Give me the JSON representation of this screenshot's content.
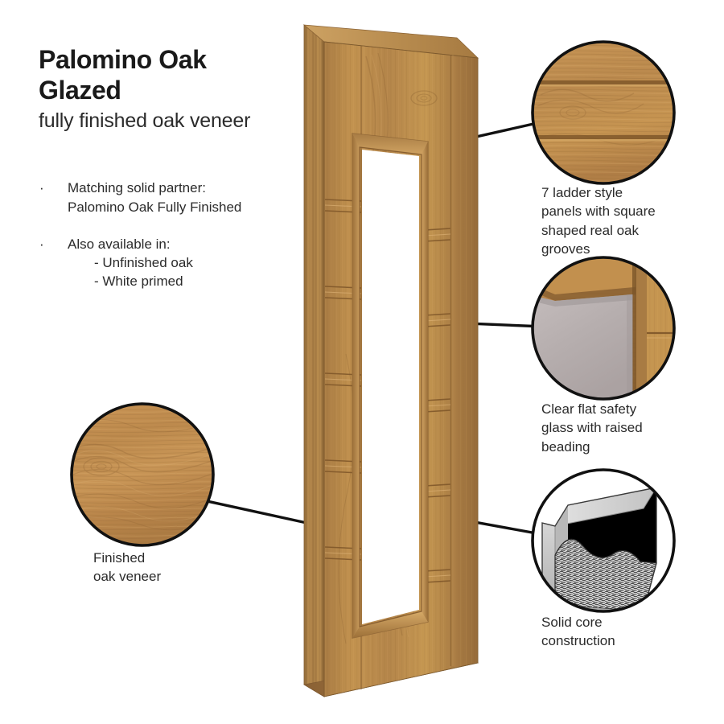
{
  "product": {
    "title_lines": [
      "Palomino Oak",
      "Glazed"
    ],
    "subtitle": "fully finished oak veneer"
  },
  "features": {
    "bullets": [
      {
        "marker": "·",
        "lines": [
          "Matching solid partner:",
          "Palomino Oak Fully Finished"
        ],
        "sub_lines": []
      },
      {
        "marker": "·",
        "lines": [
          "Also available in:"
        ],
        "sub_lines": [
          "- Unfinished oak",
          "- White primed"
        ]
      }
    ]
  },
  "callouts": {
    "panels": {
      "name": "ladder-panels",
      "caption_lines": [
        "7 ladder style",
        "panels with square",
        "shaped real oak",
        "grooves"
      ]
    },
    "glass": {
      "name": "safety-glass",
      "caption_lines": [
        "Clear flat safety",
        "glass with raised",
        "beading"
      ]
    },
    "core": {
      "name": "solid-core",
      "caption_lines": [
        "Solid core",
        "construction"
      ]
    },
    "veneer": {
      "name": "oak-veneer",
      "caption_lines": [
        "Finished",
        "oak veneer"
      ]
    }
  },
  "colors": {
    "background": "#ffffff",
    "text": "#2b2b2b",
    "title": "#1a1a1a",
    "oak_light": "#d2a05c",
    "oak_mid": "#b9854a",
    "oak_dark": "#8d6334",
    "oak_deep": "#6f4c27",
    "oak_edge": "#a87c42",
    "glass_grey": "#b5aeae",
    "core_grey": "#c9c9c9",
    "core_black": "#000000",
    "outline": "#111111"
  },
  "door": {
    "name": "palomino-oak-glazed-door",
    "description": "Oak veneered glazed internal door shown in three-quarter perspective with a tall single glazed aperture and grooved stiles"
  }
}
